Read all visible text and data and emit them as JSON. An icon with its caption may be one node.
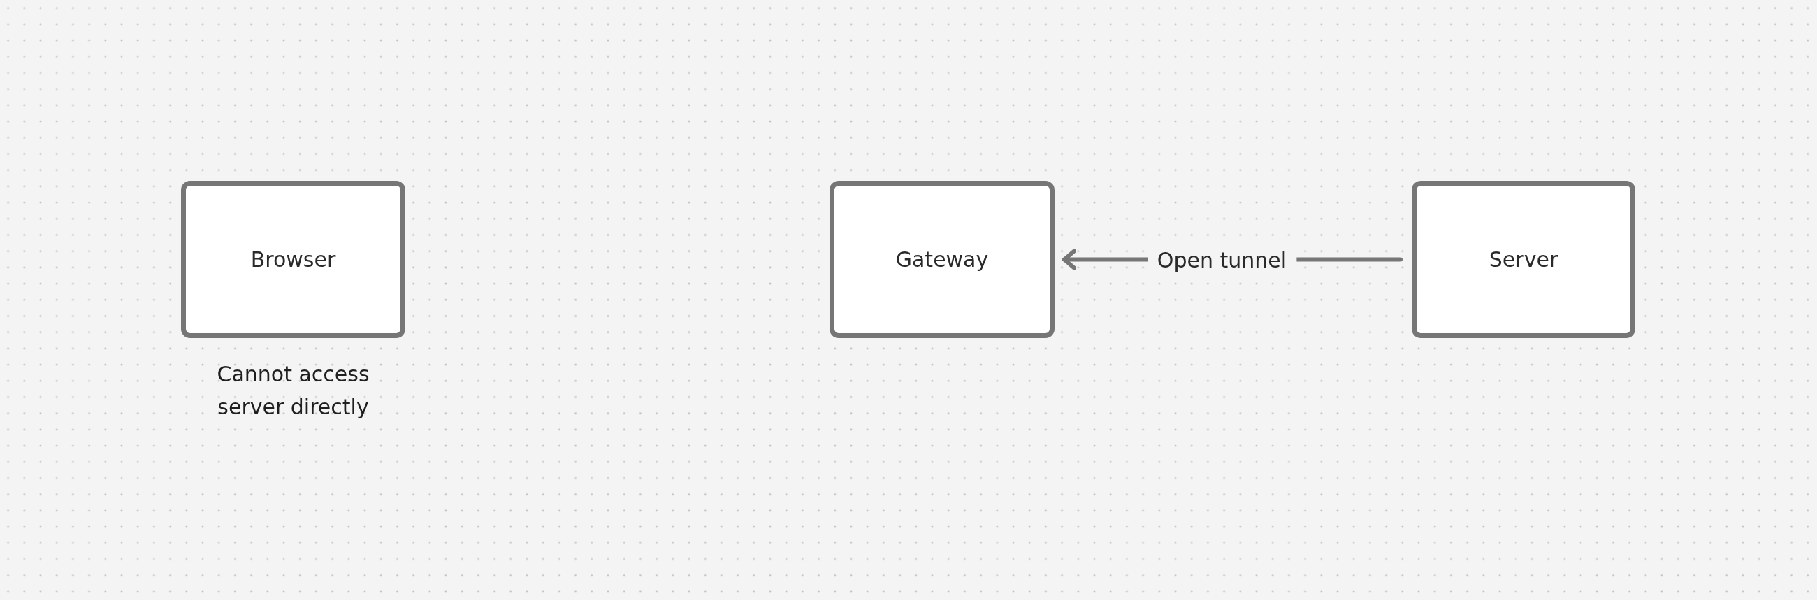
{
  "diagram": {
    "nodes": [
      {
        "text": [
          "Browser"
        ],
        "beside": [
          "Cannot access server directly"
        ]
      },
      {
        "text": [
          "Gateway"
        ]
      },
      {
        "text": [
          "Server"
        ]
      }
    ],
    "edges": [
      {
        "from": 2,
        "to": 1,
        "arrow": "to",
        "label": "Open tunnel"
      }
    ]
  }
}
